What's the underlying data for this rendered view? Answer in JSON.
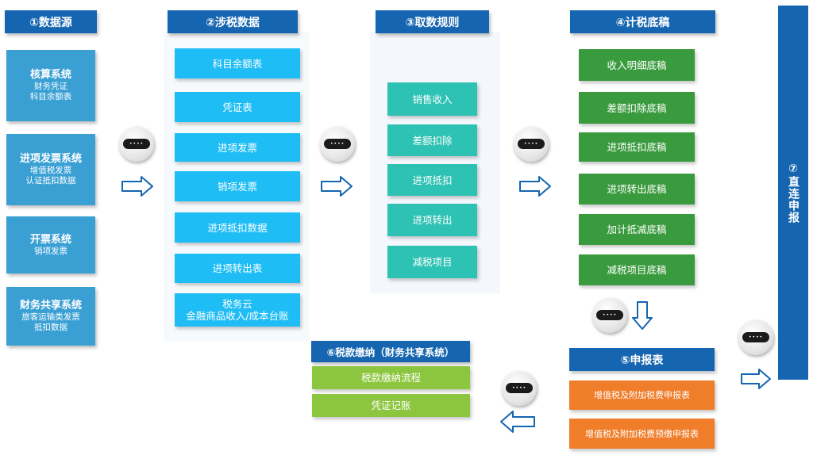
{
  "colors": {
    "header_blue": "#1565b0",
    "source_blue": "#3aa0d4",
    "cyan": "#1fbdf5",
    "teal": "#2ec2b4",
    "green": "#3a9b3e",
    "lime": "#8cc63f",
    "orange": "#f07d2a",
    "arrow": "#1565b0"
  },
  "icons": {
    "robot": "robot-icon",
    "arrow": "outline-arrow-icon"
  },
  "robot_label": "••••",
  "col1": {
    "header": "①数据源",
    "items": [
      {
        "title": "核算系统",
        "lines": [
          "财务凭证",
          "科目余额表"
        ]
      },
      {
        "title": "进项发票系统",
        "lines": [
          "增值税发票",
          "认证抵扣数据"
        ]
      },
      {
        "title": "开票系统",
        "lines": [
          "销项发票"
        ]
      },
      {
        "title": "财务共享系统",
        "lines": [
          "旅客运输类发票",
          "抵扣数据"
        ]
      }
    ]
  },
  "col2": {
    "header": "②涉税数据",
    "items": [
      "科目余额表",
      "凭证表",
      "进项发票",
      "销项发票",
      "进项抵扣数据",
      "进项转出表",
      [
        "税务云",
        "金融商品收入/成本台账"
      ]
    ]
  },
  "col3": {
    "header": "③取数规则",
    "items": [
      "销售收入",
      "差额扣除",
      "进项抵扣",
      "进项转出",
      "减税项目"
    ]
  },
  "col4": {
    "header": "④计税底稿",
    "items": [
      "收入明细底稿",
      "差额扣除底稿",
      "进项抵扣底稿",
      "进项转出底稿",
      "加计抵减底稿",
      "减税项目底稿"
    ]
  },
  "col5": {
    "header": "⑤申报表",
    "items": [
      "增值税及附加税费申报表",
      "增值税及附加税费预缴申报表"
    ]
  },
  "col6": {
    "header": "⑥税款缴纳（财务共享系统）",
    "items": [
      "税款缴纳流程",
      "凭证记账"
    ]
  },
  "col7": {
    "label": "⑦直连申报"
  }
}
